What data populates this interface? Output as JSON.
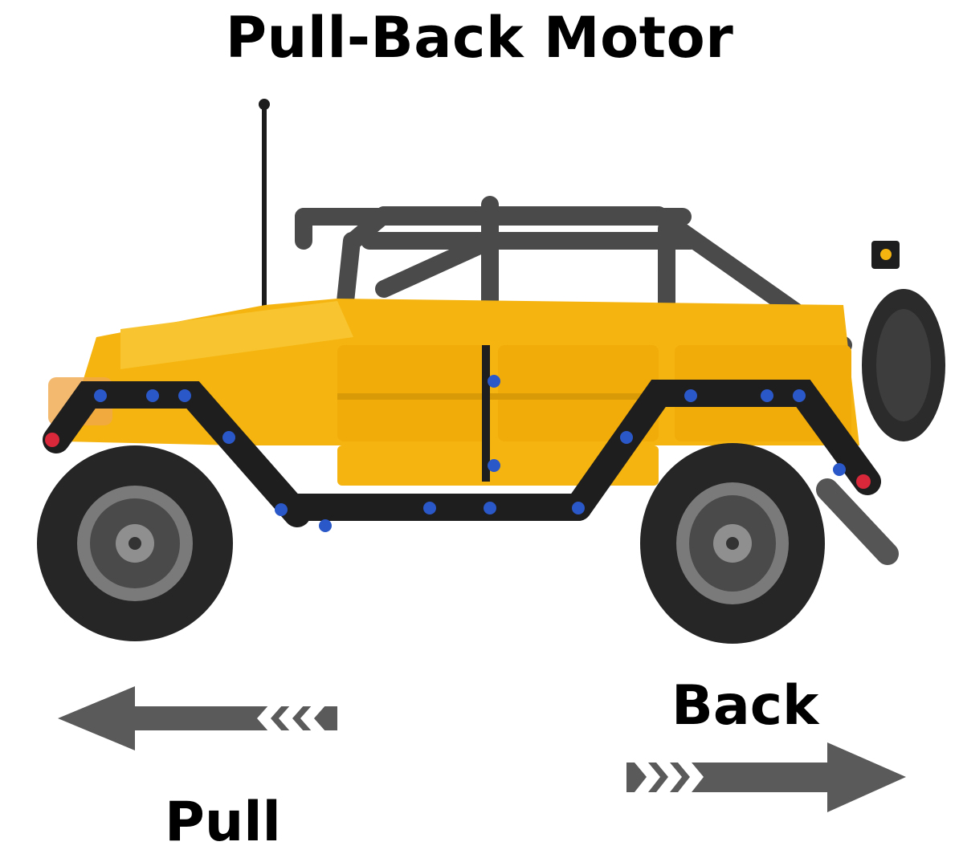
{
  "title": "Pull-Back Motor",
  "labels": {
    "pull": "Pull",
    "back": "Back"
  },
  "colors": {
    "body_yellow": "#f5b40f",
    "arrow_gray": "#5a5a5a",
    "frame_black": "#1e1e1e",
    "pin_blue": "#2a58c8",
    "pin_red": "#d8283a"
  },
  "arrows": [
    {
      "name": "pull-arrow",
      "direction": "left"
    },
    {
      "name": "back-arrow",
      "direction": "right"
    }
  ]
}
